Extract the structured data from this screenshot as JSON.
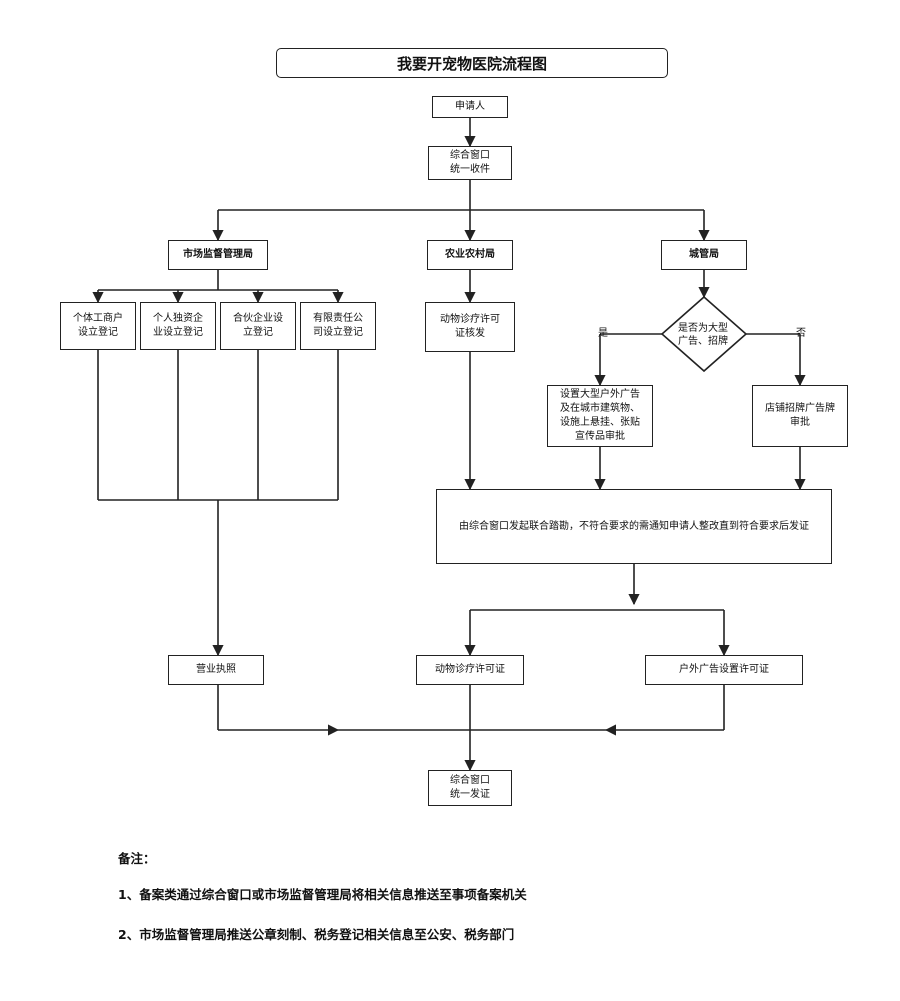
{
  "title": "我要开宠物医院流程图",
  "nodes": {
    "applicant": "申请人",
    "window_receive": "综合窗口\n统一收件",
    "market_bureau": "市场监督管理局",
    "agri_bureau": "农业农村局",
    "urban_bureau": "城管局",
    "individual": "个体工商户\n设立登记",
    "sole_proprietor": "个人独资企\n业设立登记",
    "partnership": "合伙企业设\n立登记",
    "llc": "有限责任公\n司设立登记",
    "animal_permit_review": "动物诊疗许可\n证核发",
    "decision": "是否为大型\n广告、招牌",
    "yes_label": "是",
    "no_label": "否",
    "large_ad": "设置大型户外广告\n及在城市建筑物、\n设施上悬挂、张贴\n宣传品审批",
    "shop_sign": "店铺招牌广告牌\n审批",
    "joint_review": "由综合窗口发起联合踏勘，不符合要求的需通知申请人整改直到符合要求后发证",
    "business_license": "营业执照",
    "animal_permit": "动物诊疗许可证",
    "ad_permit": "户外广告设置许可证",
    "window_issue": "综合窗口\n统一发证"
  },
  "notes": {
    "header": "备注：",
    "items": [
      "1、备案类通过综合窗口或市场监督管理局将相关信息推送至事项备案机关",
      "2、市场监督管理局推送公章刻制、税务登记相关信息至公安、税务部门"
    ]
  }
}
